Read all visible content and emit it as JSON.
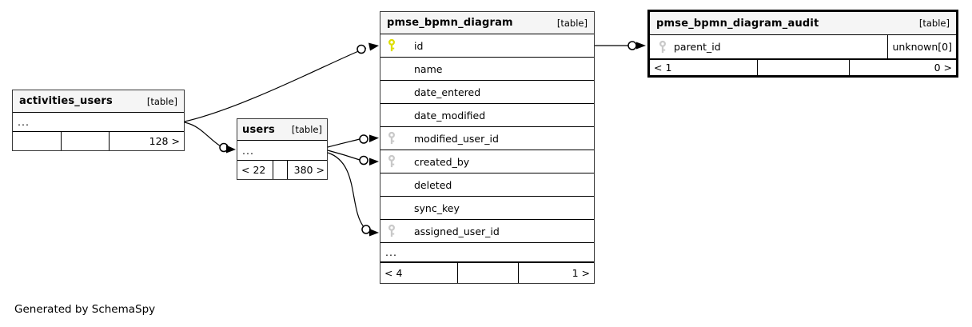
{
  "generator_note": "Generated by SchemaSpy",
  "colors": {
    "primary_key": "#dede00",
    "foreign_key": "#c9c9c9",
    "header_bg": "#f5f5f5",
    "border": "#383838",
    "highlight_border": "#000000"
  },
  "tables": [
    {
      "name": "activities_users",
      "type_label": "[table]",
      "rows": [
        {
          "label": "...",
          "key": "none"
        }
      ],
      "footer": {
        "left": "",
        "mid": "",
        "right": "128 >"
      }
    },
    {
      "name": "users",
      "type_label": "[table]",
      "rows": [
        {
          "label": "...",
          "key": "none"
        }
      ],
      "footer": {
        "left": "< 22",
        "mid": "",
        "right": "380 >"
      }
    },
    {
      "name": "pmse_bpmn_diagram",
      "type_label": "[table]",
      "rows": [
        {
          "label": "id",
          "key": "primary"
        },
        {
          "label": "name",
          "key": "none"
        },
        {
          "label": "date_entered",
          "key": "none"
        },
        {
          "label": "date_modified",
          "key": "none"
        },
        {
          "label": "modified_user_id",
          "key": "foreign"
        },
        {
          "label": "created_by",
          "key": "foreign"
        },
        {
          "label": "deleted",
          "key": "none"
        },
        {
          "label": "sync_key",
          "key": "none"
        },
        {
          "label": "assigned_user_id",
          "key": "foreign"
        },
        {
          "label": "...",
          "key": "none"
        }
      ],
      "footer": {
        "left": "< 4",
        "mid": "",
        "right": "1 >"
      }
    },
    {
      "name": "pmse_bpmn_diagram_audit",
      "type_label": "[table]",
      "rows": [
        {
          "label": "parent_id",
          "key": "foreign",
          "right_value": "unknown[0]"
        }
      ],
      "footer": {
        "left": "< 1",
        "mid": "",
        "right": "0 >"
      }
    }
  ],
  "relationships": [
    {
      "from": "activities_users",
      "to": "pmse_bpmn_diagram.id"
    },
    {
      "from": "activities_users",
      "to": "users"
    },
    {
      "from": "users",
      "to": "pmse_bpmn_diagram.modified_user_id"
    },
    {
      "from": "users",
      "to": "pmse_bpmn_diagram.created_by"
    },
    {
      "from": "users",
      "to": "pmse_bpmn_diagram.assigned_user_id"
    },
    {
      "from": "pmse_bpmn_diagram.id",
      "to": "pmse_bpmn_diagram_audit.parent_id"
    }
  ]
}
